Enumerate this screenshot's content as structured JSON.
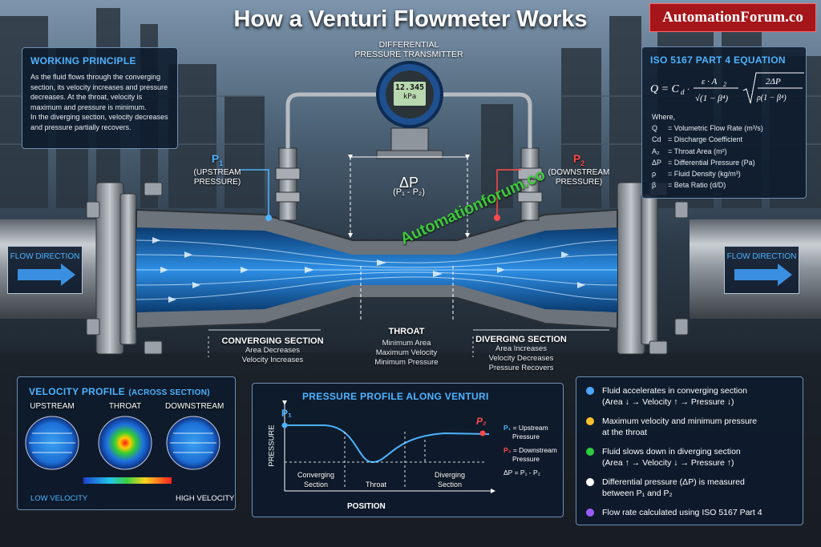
{
  "title": "How a Venturi Flowmeter Works",
  "brand": "AutomationForum.co",
  "watermark": "Automationforum.co",
  "working": {
    "title": "WORKING PRINCIPLE",
    "lines": [
      "As the fluid flows through the converging",
      "section, its velocity increases and pressure",
      "decreases. At the throat, velocity is",
      "maximum and pressure is minimum.",
      "In the diverging section, velocity decreases",
      "and pressure partially recovers."
    ]
  },
  "transmitter": {
    "label1": "DIFFERENTIAL",
    "label2": "PRESSURE TRANSMITTER",
    "reading": "12.345",
    "unit": "kPa"
  },
  "p1": {
    "sym": "P",
    "sub": "1",
    "desc1": "(UPSTREAM",
    "desc2": "PRESSURE)"
  },
  "p2": {
    "sym": "P",
    "sub": "2",
    "desc1": "(DOWNSTREAM",
    "desc2": "PRESSURE)"
  },
  "dp": {
    "sym": "ΔP",
    "eq": "(P₁ - P₂)"
  },
  "flow_direction": "FLOW DIRECTION",
  "sections": {
    "converging": {
      "name": "CONVERGING SECTION",
      "l1": "Area Decreases",
      "l2": "Velocity Increases"
    },
    "throat": {
      "name": "THROAT",
      "l1": "Minimum Area",
      "l2": "Maximum Velocity",
      "l3": "Minimum Pressure"
    },
    "diverging": {
      "name": "DIVERGING SECTION",
      "l1": "Area Increases",
      "l2": "Velocity Decreases",
      "l3": "Pressure Recovers"
    }
  },
  "equation": {
    "title": "ISO 5167 PART 4 EQUATION",
    "where": "Where,",
    "defs": [
      {
        "sym": "Q",
        "desc": "= Volumetric Flow Rate (m³/s)"
      },
      {
        "sym": "Cd",
        "desc": "= Discharge Coefficient"
      },
      {
        "sym": "A₂",
        "desc": "= Throat Area (m²)"
      },
      {
        "sym": "ΔP",
        "desc": "= Differential Pressure (Pa)"
      },
      {
        "sym": "ρ",
        "desc": "= Fluid Density (kg/m³)"
      },
      {
        "sym": "β",
        "desc": "= Beta Ratio (d/D)"
      }
    ]
  },
  "velocity": {
    "title": "VELOCITY PROFILE",
    "title_sub": "(ACROSS SECTION)",
    "labels": [
      "UPSTREAM",
      "THROAT",
      "DOWNSTREAM"
    ],
    "low": "LOW VELOCITY",
    "high": "HIGH VELOCITY"
  },
  "pressure": {
    "title": "PRESSURE PROFILE ALONG VENTURI",
    "ylabel": "PRESSURE",
    "xlabel": "POSITION",
    "p1": "P₁",
    "p2": "P₂",
    "regions": [
      {
        "l1": "Converging",
        "l2": "Section"
      },
      {
        "l1": "Throat",
        "l2": ""
      },
      {
        "l1": "Diverging",
        "l2": "Section"
      }
    ],
    "legend": [
      {
        "sym": "P₁",
        "l1": "= Upstream",
        "l2": "Pressure",
        "color": "#4db3ff"
      },
      {
        "sym": "P₂",
        "l1": "= Downstream",
        "l2": "Pressure",
        "color": "#ff4a4a"
      },
      {
        "sym": "ΔP",
        "l1": "= P₁ - P₂",
        "l2": "",
        "color": "#ffffff"
      }
    ]
  },
  "bullets": [
    {
      "color": "#4da6ff",
      "l1": "Fluid accelerates in converging section",
      "l2": "(Area ↓ → Velocity ↑ → Pressure ↓)"
    },
    {
      "color": "#f5c22a",
      "l1": "Maximum velocity and minimum pressure",
      "l2": "at the throat"
    },
    {
      "color": "#2ecc40",
      "l1": "Fluid slows down in diverging section",
      "l2": "(Area ↑ → Velocity ↓ → Pressure ↑)"
    },
    {
      "color": "#ffffff",
      "l1": "Differential pressure (ΔP) is measured",
      "l2": "between P₁ and P₂"
    },
    {
      "color": "#9b5cff",
      "l1": "Flow rate calculated using ISO 5167 Part 4",
      "l2": ""
    }
  ]
}
